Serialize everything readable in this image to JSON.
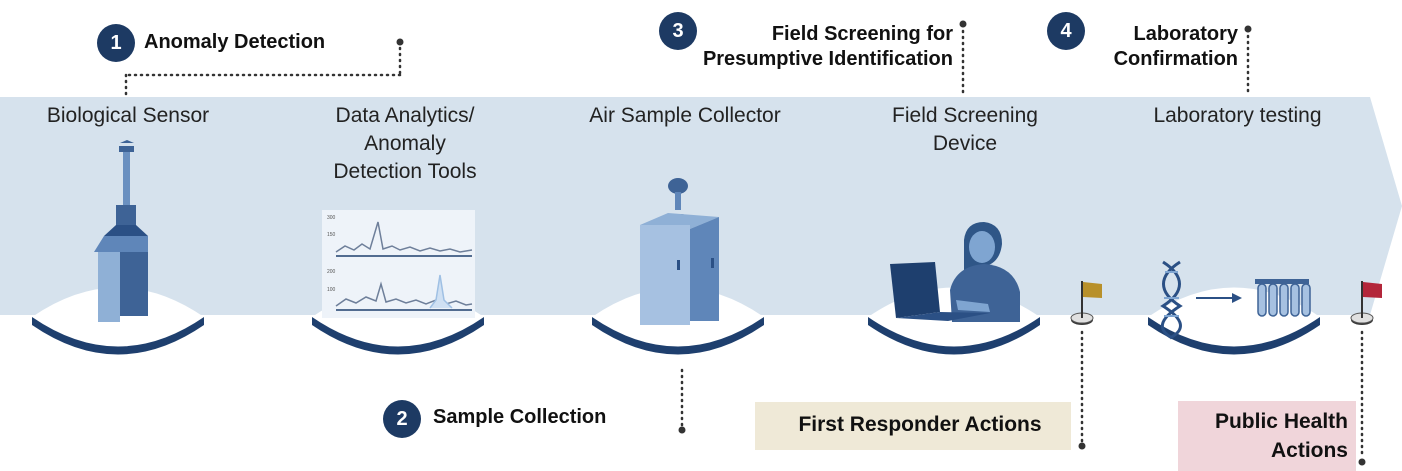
{
  "stages": [
    {
      "label": "Biological Sensor"
    },
    {
      "label": "Data Analytics/\nAnomaly\nDetection Tools"
    },
    {
      "label": "Air Sample Collector"
    },
    {
      "label": "Field Screening\nDevice"
    },
    {
      "label": "Laboratory testing"
    }
  ],
  "steps": [
    {
      "number": "1",
      "label": "Anomaly Detection"
    },
    {
      "number": "2",
      "label": "Sample Collection"
    },
    {
      "number": "3",
      "label": "Field Screening for\nPresumptive Identification"
    },
    {
      "number": "4",
      "label": "Laboratory\nConfirmation"
    }
  ],
  "actions": {
    "first_responder": "First Responder Actions",
    "public_health": "Public Health\nActions"
  },
  "colors": {
    "chevron": "#d6e2ed",
    "badge": "#1d3a63",
    "icon_dark": "#1e3f6e",
    "icon_mid": "#4a72a8",
    "icon_light": "#8fb0d6",
    "first_responder_bg": "#efe9d7",
    "public_health_bg": "#f0d5da",
    "flag_gold": "#b8902a",
    "flag_red": "#b3263a"
  },
  "icons": [
    "sensor-icon",
    "analytics-chart-icon",
    "air-collector-icon",
    "person-laptop-icon",
    "dna-test-tubes-icon",
    "gold-flag-icon",
    "red-flag-icon"
  ]
}
